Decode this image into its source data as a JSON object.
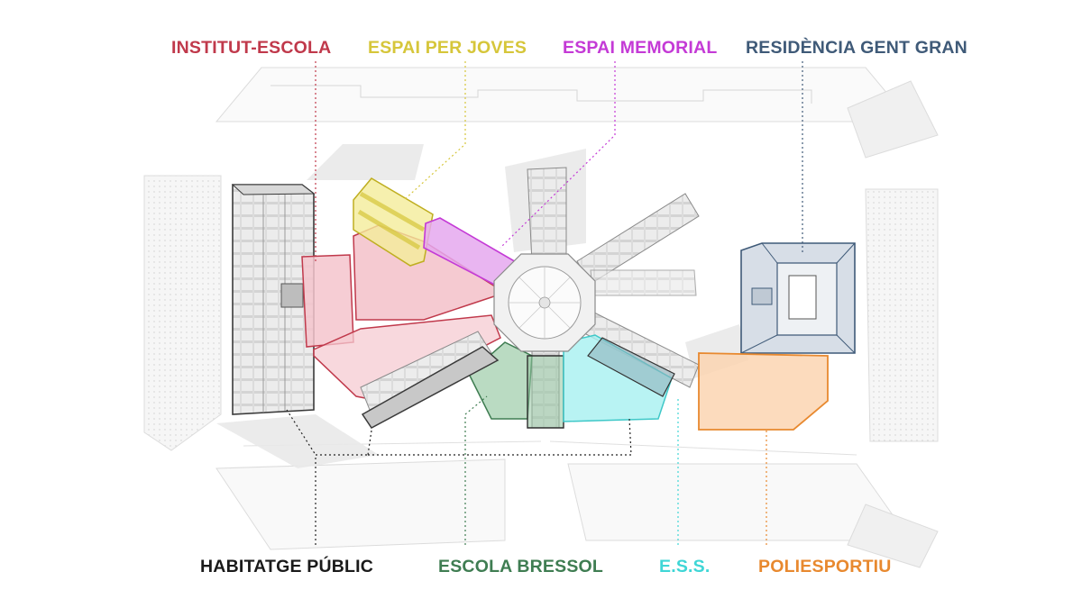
{
  "labels": {
    "institut_escola": "INSTITUT-ESCOLA",
    "espai_per_joves": "ESPAI PER JOVES",
    "espai_memorial": "ESPAI MEMORIAL",
    "residencia_gent_gran": "RESIDÈNCIA GENT GRAN",
    "habitatge_public": "HABITATGE PÚBLIC",
    "escola_bressol": "ESCOLA BRESSOL",
    "ess": "E.S.S.",
    "poliesportiu": "POLIESPORTIU"
  },
  "colors": {
    "institut_escola": "#c0394b",
    "espai_per_joves": "#d6c63a",
    "espai_memorial": "#c43ad6",
    "residencia_gent_gran": "#3f5a78",
    "habitatge_public": "#1a1a1a",
    "escola_bressol": "#3f7d52",
    "ess": "#3fd6d6",
    "poliesportiu": "#e8892f"
  }
}
